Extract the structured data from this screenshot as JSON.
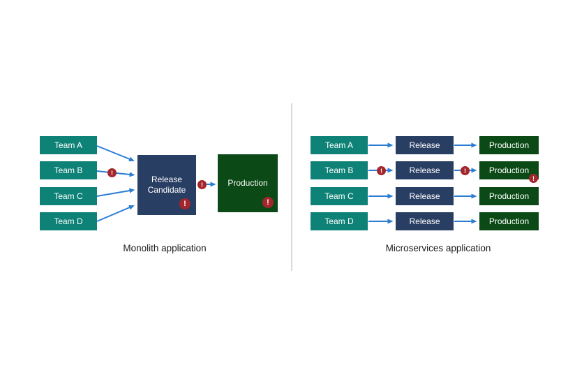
{
  "colors": {
    "team_box": "#0E8276",
    "release_box": "#293E63",
    "production_box": "#0B4A16",
    "issue_badge": "#A4262C",
    "arrow": "#2B7CD3",
    "divider": "#D9D9D9",
    "box_text": "#FFFFFF",
    "caption_text": "#1B1B1B"
  },
  "icons": {
    "issue": "!"
  },
  "monolith": {
    "caption": "Monolith application",
    "teams": [
      {
        "label": "Team A"
      },
      {
        "label": "Team B"
      },
      {
        "label": "Team C"
      },
      {
        "label": "Team D"
      }
    ],
    "release_candidate": {
      "label": "Release Candidate"
    },
    "production": {
      "label": "Production"
    }
  },
  "microservices": {
    "caption": "Microservices application",
    "rows": [
      {
        "team": "Team A",
        "release": "Release",
        "production": "Production"
      },
      {
        "team": "Team B",
        "release": "Release",
        "production": "Production"
      },
      {
        "team": "Team C",
        "release": "Release",
        "production": "Production"
      },
      {
        "team": "Team D",
        "release": "Release",
        "production": "Production"
      }
    ]
  }
}
